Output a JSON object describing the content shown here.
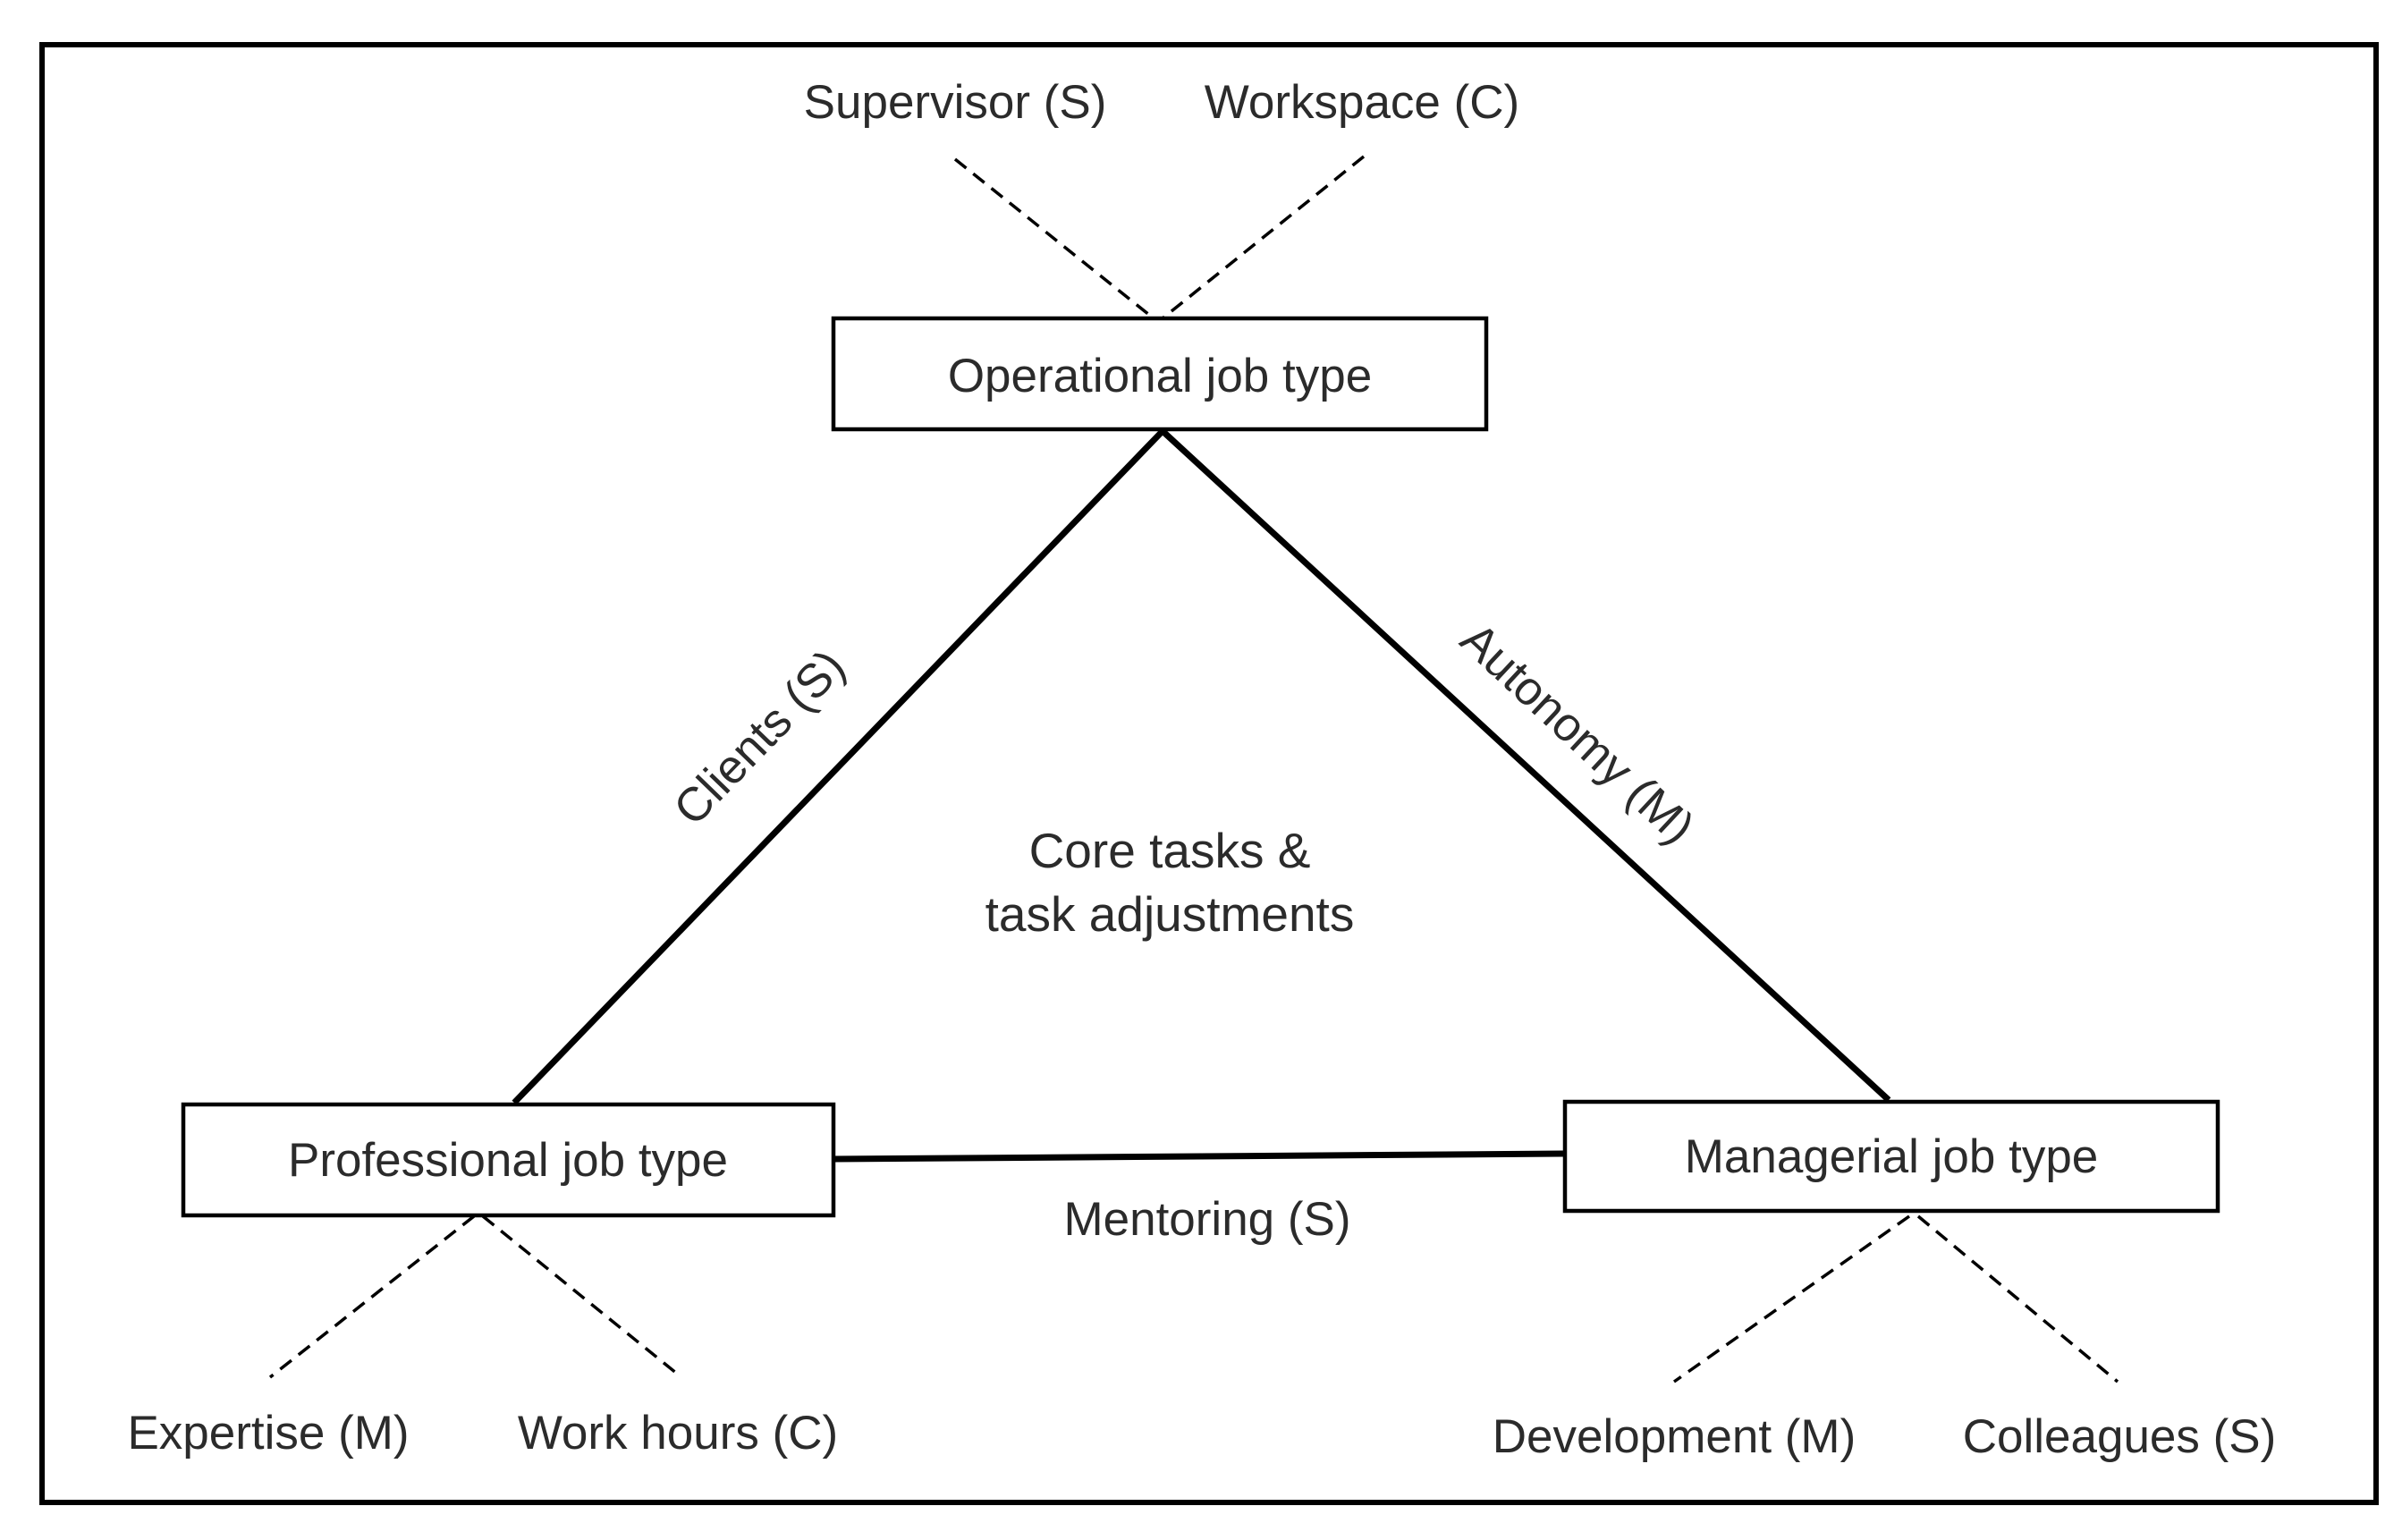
{
  "nodes": {
    "operational": {
      "label": "Operational job type"
    },
    "professional": {
      "label": "Professional job type"
    },
    "managerial": {
      "label": "Managerial job type"
    }
  },
  "edges": {
    "clients": {
      "label": "Clients (S)"
    },
    "autonomy": {
      "label": "Autonomy (M)"
    },
    "mentoring": {
      "label": "Mentoring (S)"
    }
  },
  "center": {
    "line1": "Core tasks &",
    "line2": "task adjustments"
  },
  "branches": {
    "operational": [
      "Supervisor (S)",
      "Workspace (C)"
    ],
    "professional": [
      "Expertise (M)",
      "Work hours (C)"
    ],
    "managerial": [
      "Development (M)",
      "Colleagues (S)"
    ]
  }
}
